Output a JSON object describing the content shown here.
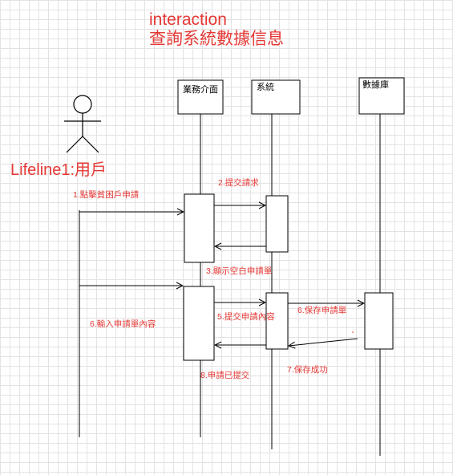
{
  "title": {
    "line1": "interaction",
    "line2": "查詢系統數據信息"
  },
  "actor": {
    "label": "Lifeline1:用戶"
  },
  "lifelines": [
    {
      "label": "業務介面"
    },
    {
      "label": "系統"
    },
    {
      "label": "數據庫"
    }
  ],
  "messages": [
    {
      "label": "1.點擊貧困戶申請"
    },
    {
      "label": "2.提交請求"
    },
    {
      "label": "3.顯示空白申請單"
    },
    {
      "label": "5.提交申請內容"
    },
    {
      "label": "6.保存申請單"
    },
    {
      "label": "6.輸入申請單內容"
    },
    {
      "label": "7.保存成功"
    },
    {
      "label": "8.申請已提交"
    }
  ],
  "colors": {
    "annotation": "#e53935",
    "line": "#000000",
    "grid": "#e3e3e3"
  }
}
